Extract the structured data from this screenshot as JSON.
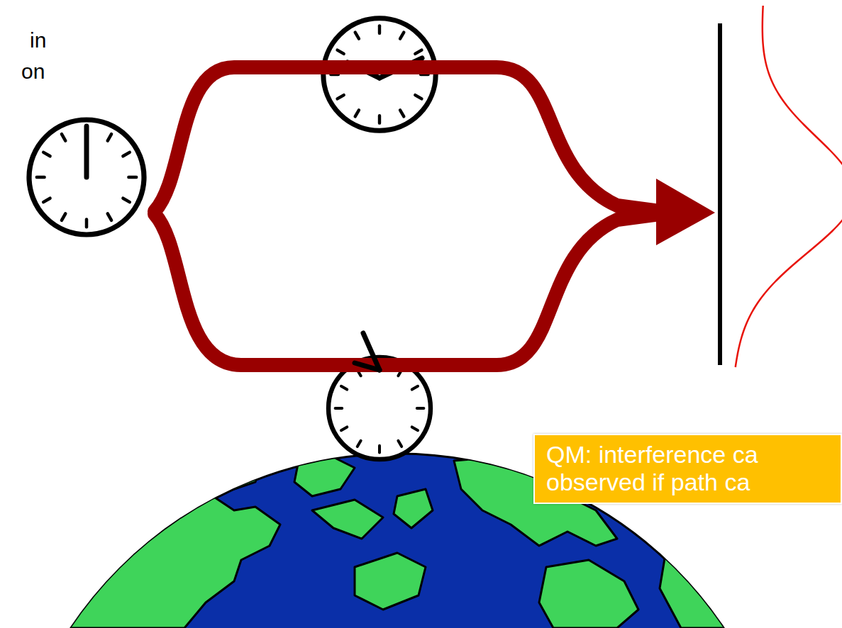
{
  "diagram": {
    "nodes": [
      {
        "text": [
          "QM: interference ca observed if path ca"
        ]
      }
    ],
    "labels": [
      "in",
      "on"
    ]
  }
}
